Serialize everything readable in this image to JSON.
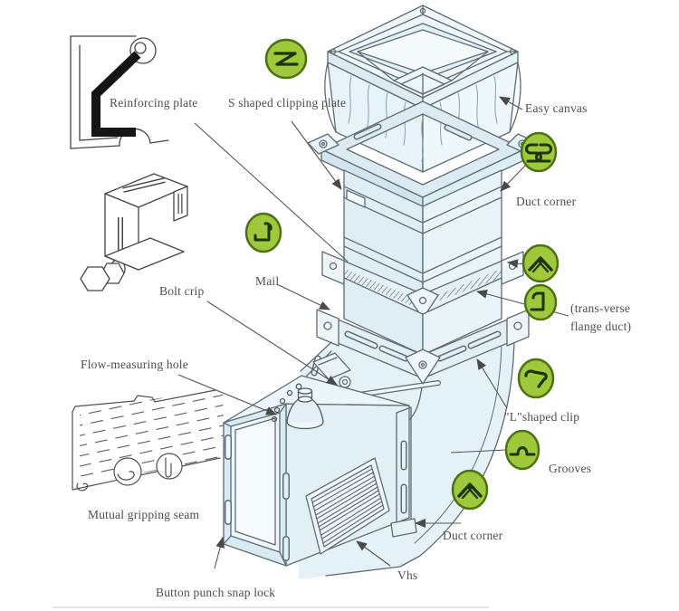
{
  "diagram": {
    "labels": {
      "reinforcing_plate": "Reinforcing plate",
      "s_shaped_clipping_plate": "S shaped clipping plate",
      "easy_canvas": "Easy canvas",
      "duct_corner_upper": "Duct corner",
      "mail": "Mail",
      "bolt_crip": "Bolt crip",
      "flow_measuring_hole": "Flow-measuring hole",
      "transverse_line1": "(trans-verse",
      "transverse_line2": "flange duct)",
      "l_shaped_clip": "\"L\"shaped clip",
      "grooves": "Grooves",
      "duct_corner_lower": "Duct corner",
      "vhs": "Vhs",
      "mutual_gripping_seam": "Mutual gripping seam",
      "button_punch_snap_lock": "Button punch snap lock"
    },
    "badges": [
      {
        "icon": "s-clip-profile-icon"
      },
      {
        "icon": "double-s-clip-icon"
      },
      {
        "icon": "duct-corner-bracket-icon"
      },
      {
        "icon": "transverse-flange-profile-icon"
      },
      {
        "icon": "l-shaped-clip-hook-icon"
      },
      {
        "icon": "groove-profile-icon"
      },
      {
        "icon": "duct-corner-bracket-icon"
      },
      {
        "icon": "j-clip-profile-icon"
      }
    ],
    "colors": {
      "background": "#ffffff",
      "badge_fill": "#9fc83b",
      "badge_border": "#4c7312",
      "badge_glyph": "#1e3404",
      "duct_fill": "#e3f1f7",
      "duct_fill_dark": "#d8ebf2",
      "line": "#5d6c76",
      "detail_line": "#454545",
      "label_text": "#4b4e53",
      "leader": "#555555"
    }
  }
}
